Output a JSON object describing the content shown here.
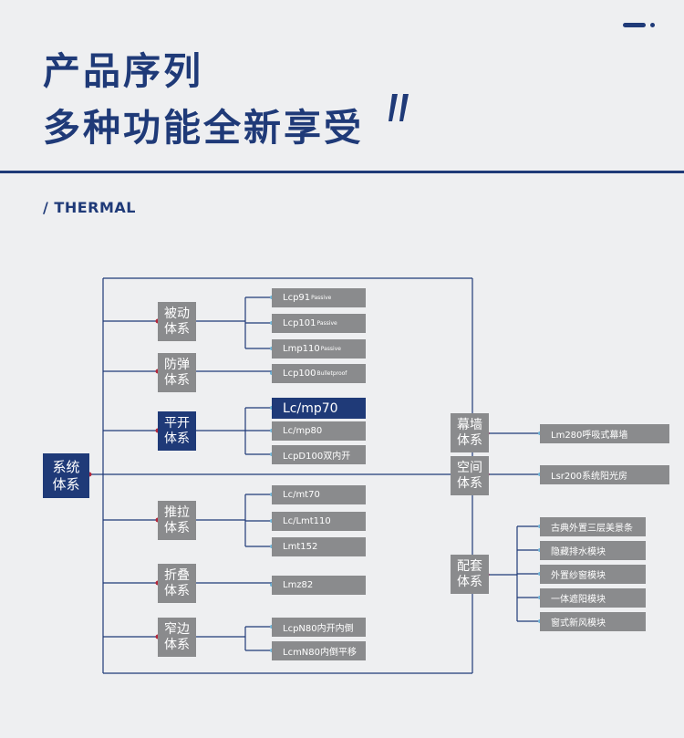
{
  "title": {
    "line1": "产品序列",
    "line2": "多种功能全新享受"
  },
  "subtitle": "/ THERMAL",
  "colors": {
    "navy": "#1f3a78",
    "box_gray": "#8a8b8d",
    "dot_red": "#b5263a",
    "leaf_dot": "#6fb3d6",
    "background": "#eeeff1"
  },
  "icons": [
    "closing-quote-icon",
    "pill-decoration-icon"
  ],
  "root": {
    "line1": "系统",
    "line2": "体系"
  },
  "left_groups": [
    {
      "line1": "被动",
      "line2": "体系",
      "selected": false,
      "items": [
        {
          "main": "Lcp91",
          "sub": "Passive"
        },
        {
          "main": "Lcp101",
          "sub": "Passive"
        },
        {
          "main": "Lmp110",
          "sub": "Passive"
        }
      ]
    },
    {
      "line1": "防弹",
      "line2": "体系",
      "selected": false,
      "items": [
        {
          "main": "Lcp100",
          "sub": "Bulletproof"
        }
      ]
    },
    {
      "line1": "平开",
      "line2": "体系",
      "selected": true,
      "items": [
        {
          "main": "Lc/mp70",
          "sub": "",
          "highlight": true
        },
        {
          "main": "Lc/mp80",
          "sub": ""
        },
        {
          "main": "LcpD100双内开",
          "sub": ""
        }
      ]
    },
    {
      "line1": "推拉",
      "line2": "体系",
      "selected": false,
      "items": [
        {
          "main": "Lc/mt70",
          "sub": ""
        },
        {
          "main": "Lc/Lmt110",
          "sub": ""
        },
        {
          "main": "Lmt152",
          "sub": ""
        }
      ]
    },
    {
      "line1": "折叠",
      "line2": "体系",
      "selected": false,
      "items": [
        {
          "main": "Lmz82",
          "sub": ""
        }
      ]
    },
    {
      "line1": "窄边",
      "line2": "体系",
      "selected": false,
      "items": [
        {
          "main": "LcpN80内开内倒",
          "sub": ""
        },
        {
          "main": "LcmN80内倒平移",
          "sub": ""
        }
      ]
    }
  ],
  "right_groups": [
    {
      "line1": "幕墙",
      "line2": "体系",
      "items": [
        "Lm280呼吸式幕墙"
      ]
    },
    {
      "line1": "空间",
      "line2": "体系",
      "items": [
        "Lsr200系统阳光房"
      ]
    },
    {
      "line1": "配套",
      "line2": "体系",
      "items": [
        "古典外置三层美景条",
        "隐藏排水模块",
        "外置纱窗模块",
        "一体遮阳模块",
        "窗式新风模块"
      ]
    }
  ]
}
